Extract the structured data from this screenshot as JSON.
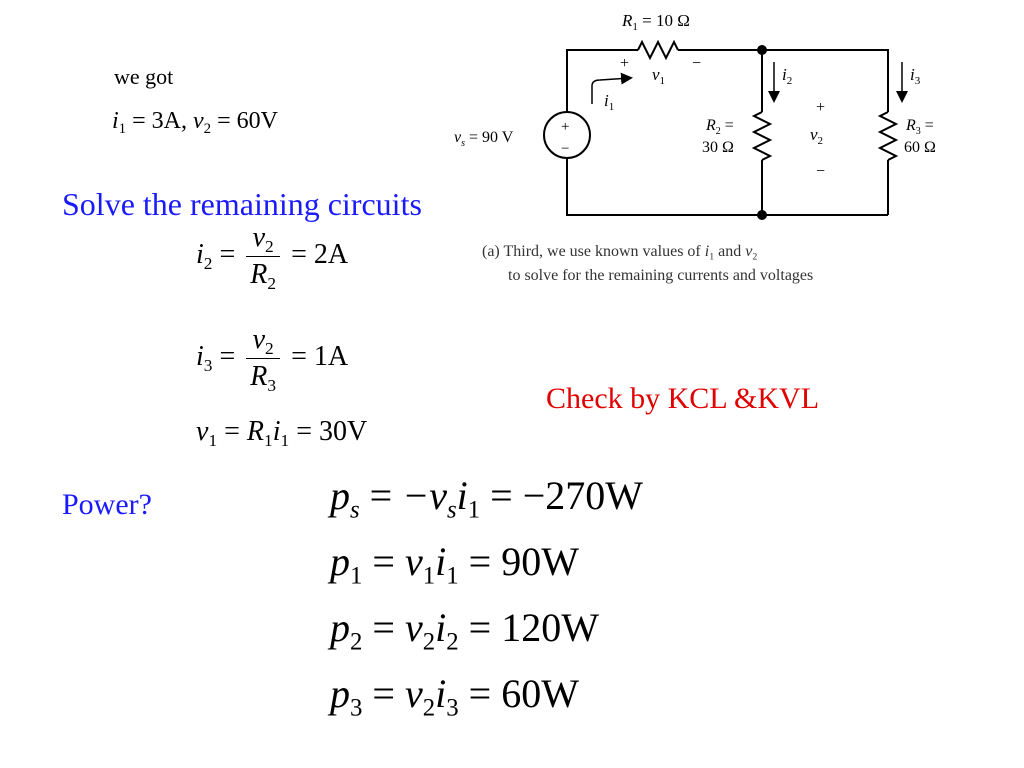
{
  "intro": {
    "we_got": "we got",
    "given_i": "i",
    "given_i_sub": "1",
    "given_i_val": " = 3A, ",
    "given_v": "v",
    "given_v_sub": "2",
    "given_v_val": " = 60V"
  },
  "heading": "Solve the remaining circuits",
  "eq_i2": {
    "lhs": "i",
    "lhs_sub": "2",
    "num": "v",
    "num_sub": "2",
    "den": "R",
    "den_sub": "2",
    "rhs": "= 2A"
  },
  "eq_i3": {
    "lhs": "i",
    "lhs_sub": "3",
    "num": "v",
    "num_sub": "2",
    "den": "R",
    "den_sub": "3",
    "rhs": "= 1A"
  },
  "eq_v1": {
    "lhs": "v",
    "lhs_sub": "1",
    "mid": "= ",
    "r": "R",
    "r_sub": "1",
    "i": "i",
    "i_sub": "1",
    "rhs": " = 30V"
  },
  "check_label": "Check by KCL &KVL",
  "power_label": "Power?",
  "power": [
    {
      "p": "p",
      "p_sub": "s",
      "a": "−v",
      "a_sub": "s",
      "b": "i",
      "b_sub": "1",
      "rhs": " = −270W"
    },
    {
      "p": "p",
      "p_sub": "1",
      "a": "v",
      "a_sub": "1",
      "b": "i",
      "b_sub": "1",
      "rhs": " = 90W"
    },
    {
      "p": "p",
      "p_sub": "2",
      "a": "v",
      "a_sub": "2",
      "b": "i",
      "b_sub": "2",
      "rhs": " = 120W"
    },
    {
      "p": "p",
      "p_sub": "3",
      "a": "v",
      "a_sub": "2",
      "b": "i",
      "b_sub": "3",
      "rhs": " = 60W"
    }
  ],
  "circuit": {
    "r1_label": "R",
    "r1_sub": "1",
    "r1_val": " = 10 Ω",
    "plus": "+",
    "minus": "−",
    "v1": "v",
    "v1_sub": "1",
    "i1": "i",
    "i1_sub": "1",
    "i2": "i",
    "i2_sub": "2",
    "i3": "i",
    "i3_sub": "3",
    "vs": "v",
    "vs_sub": "s",
    "vs_val": " = 90 V",
    "r2_label": "R",
    "r2_sub": "2",
    "r2_eq": " =",
    "r2_val": "30 Ω",
    "v2": "v",
    "v2_sub": "2",
    "r3_label": "R",
    "r3_sub": "3",
    "r3_eq": " =",
    "r3_val": "60 Ω",
    "caption_line1_a": "(a) Third, we use known values of ",
    "caption_i": "i",
    "caption_i_sub": "1",
    "caption_and": " and ",
    "caption_v": "v",
    "caption_v_sub": "2",
    "caption_line2": "to solve for the remaining currents and voltages"
  }
}
